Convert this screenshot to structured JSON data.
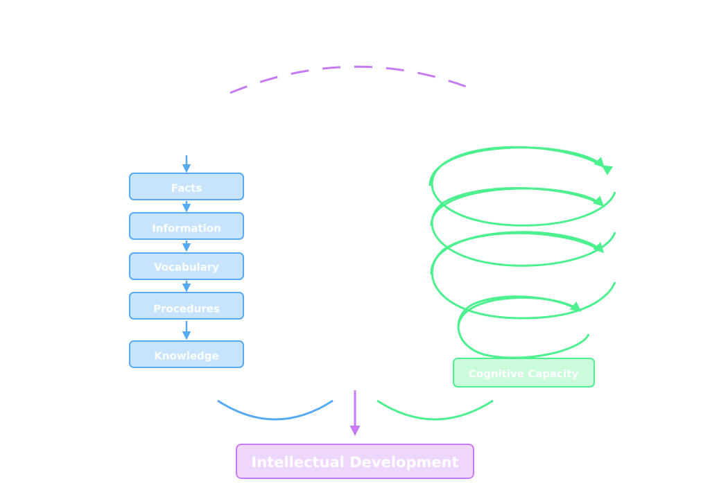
{
  "colors": {
    "blue_stroke": "#56aaf2",
    "blue_fill": "#c8e4fc",
    "green_stroke": "#4cf08e",
    "green_fill": "#cafcdc",
    "purple_stroke": "#c67af4",
    "purple_fill": "#efd6fc",
    "text": "#ffffff"
  },
  "knowledge_chain": {
    "items": [
      {
        "label": "Facts"
      },
      {
        "label": "Information"
      },
      {
        "label": "Vocabulary"
      },
      {
        "label": "Procedures"
      },
      {
        "label": "Knowledge"
      }
    ]
  },
  "cognitive": {
    "label": "Cognitive Capacity",
    "spiral_loops": 4
  },
  "outcome": {
    "label": "Intellectual Development"
  }
}
